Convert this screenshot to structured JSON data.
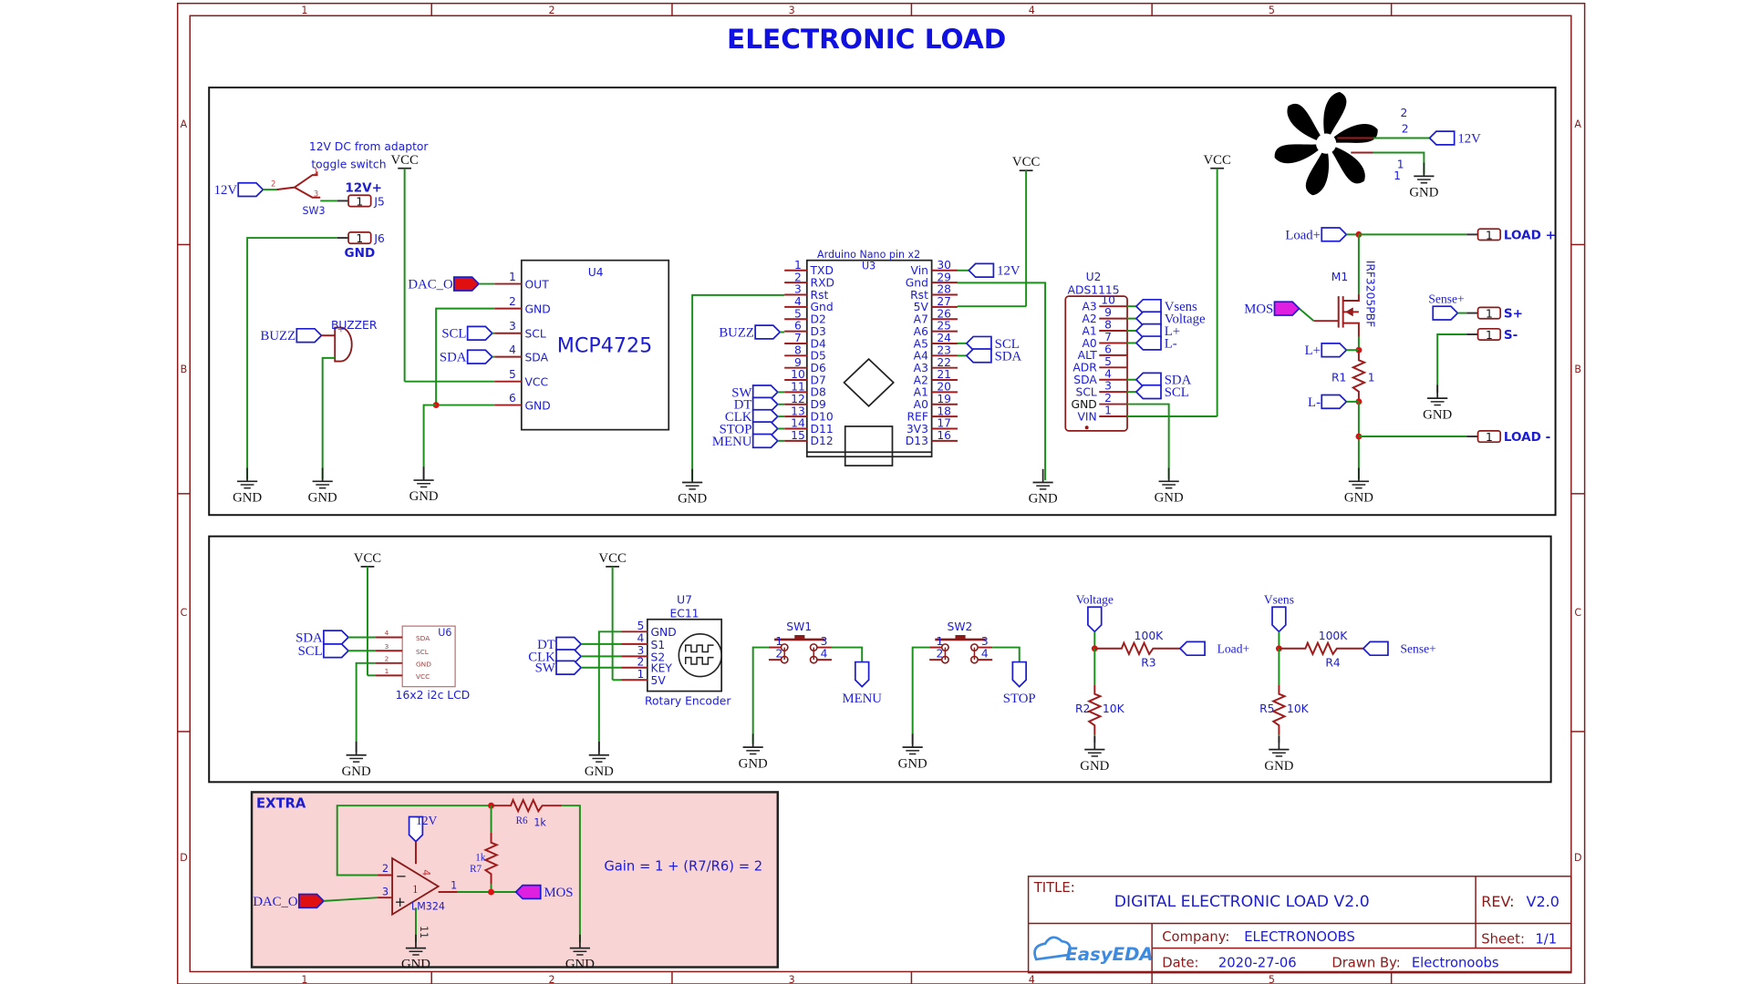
{
  "page_title": "ELECTRONIC LOAD",
  "frame": {
    "columns": [
      "1",
      "2",
      "3",
      "4",
      "5"
    ],
    "rows": [
      "A",
      "B",
      "C",
      "D"
    ]
  },
  "power_input": {
    "note_line1": "12V DC from adaptor",
    "note_line2": "toggle switch",
    "net_12v": "12V",
    "switch_ref": "SW3",
    "switch_pins": [
      "1",
      "2",
      "3"
    ],
    "j5": {
      "pin": "1",
      "ref": "J5",
      "label": "12V+"
    },
    "j6": {
      "pin": "1",
      "ref": "J6",
      "label": "GND"
    }
  },
  "buzzer": {
    "net": "BUZZ",
    "ref": "BUZZER",
    "plus": "+"
  },
  "dac": {
    "ref": "U4",
    "part": "MCP4725",
    "vcc": "VCC",
    "pins": [
      {
        "num": "1",
        "name": "OUT",
        "net": "DAC_O"
      },
      {
        "num": "2",
        "name": "GND",
        "net": ""
      },
      {
        "num": "3",
        "name": "SCL",
        "net": "SCL"
      },
      {
        "num": "4",
        "name": "SDA",
        "net": "SDA"
      },
      {
        "num": "5",
        "name": "VCC",
        "net": ""
      },
      {
        "num": "6",
        "name": "GND",
        "net": ""
      }
    ]
  },
  "arduino": {
    "title": "Arduino  Nano  pin  x2",
    "ref": "U3",
    "vcc": "VCC",
    "left_pins": [
      {
        "num": "1",
        "name": "TXD",
        "net": ""
      },
      {
        "num": "2",
        "name": "RXD",
        "net": ""
      },
      {
        "num": "3",
        "name": "Rst",
        "net": ""
      },
      {
        "num": "4",
        "name": "Gnd",
        "net": ""
      },
      {
        "num": "5",
        "name": "D2",
        "net": ""
      },
      {
        "num": "6",
        "name": "D3",
        "net": "BUZZ"
      },
      {
        "num": "7",
        "name": "D4",
        "net": ""
      },
      {
        "num": "8",
        "name": "D5",
        "net": ""
      },
      {
        "num": "9",
        "name": "D6",
        "net": ""
      },
      {
        "num": "10",
        "name": "D7",
        "net": ""
      },
      {
        "num": "11",
        "name": "D8",
        "net": "SW"
      },
      {
        "num": "12",
        "name": "D9",
        "net": "DT"
      },
      {
        "num": "13",
        "name": "D10",
        "net": "CLK"
      },
      {
        "num": "14",
        "name": "D11",
        "net": "STOP"
      },
      {
        "num": "15",
        "name": "D12",
        "net": "MENU"
      }
    ],
    "right_pins": [
      {
        "num": "30",
        "name": "Vin",
        "net": "12V"
      },
      {
        "num": "29",
        "name": "Gnd",
        "net": ""
      },
      {
        "num": "28",
        "name": "Rst",
        "net": ""
      },
      {
        "num": "27",
        "name": "5V",
        "net": ""
      },
      {
        "num": "26",
        "name": "A7",
        "net": ""
      },
      {
        "num": "25",
        "name": "A6",
        "net": ""
      },
      {
        "num": "24",
        "name": "A5",
        "net": "SCL"
      },
      {
        "num": "23",
        "name": "A4",
        "net": "SDA"
      },
      {
        "num": "22",
        "name": "A3",
        "net": ""
      },
      {
        "num": "21",
        "name": "A2",
        "net": ""
      },
      {
        "num": "20",
        "name": "A1",
        "net": ""
      },
      {
        "num": "19",
        "name": "A0",
        "net": ""
      },
      {
        "num": "18",
        "name": "REF",
        "net": ""
      },
      {
        "num": "17",
        "name": "3V3",
        "net": ""
      },
      {
        "num": "16",
        "name": "D13",
        "net": ""
      }
    ]
  },
  "adc": {
    "ref": "U2",
    "part": "ADS1115",
    "vcc": "VCC",
    "pins": [
      {
        "num": "10",
        "name": "A3",
        "net": "Vsens"
      },
      {
        "num": "9",
        "name": "A2",
        "net": "Voltage"
      },
      {
        "num": "8",
        "name": "A1",
        "net": "L+"
      },
      {
        "num": "7",
        "name": "A0",
        "net": "L-"
      },
      {
        "num": "6",
        "name": "ALT",
        "net": ""
      },
      {
        "num": "5",
        "name": "ADR",
        "net": ""
      },
      {
        "num": "4",
        "name": "SDA",
        "net": "SDA"
      },
      {
        "num": "3",
        "name": "SCL",
        "net": "SCL"
      },
      {
        "num": "2",
        "name": "GND",
        "net": ""
      },
      {
        "num": "1",
        "name": "VIN",
        "net": ""
      }
    ]
  },
  "fan": {
    "pin_top_a": "2",
    "pin_top_b": "2",
    "pin_bot_a": "1",
    "pin_bot_b": "1",
    "net": "12V"
  },
  "mosfet": {
    "ref": "M1",
    "part": "IRF3205PBF",
    "net_gate": "MOS",
    "net_drain": "Load+",
    "r1_ref": "R1",
    "r1_val": "1",
    "net_lp": "L+",
    "net_lm": "L-",
    "load_plus": {
      "pin": "1",
      "label": "LOAD +"
    },
    "load_minus": {
      "pin": "1",
      "label": "LOAD -"
    },
    "sense_net": "Sense+",
    "s_plus": {
      "pin": "1",
      "label": "S+"
    },
    "s_minus": {
      "pin": "1",
      "label": "S-"
    }
  },
  "lcd": {
    "ref": "U6",
    "caption": "16x2 i2c LCD",
    "vcc": "VCC",
    "nets": [
      "SDA",
      "SCL"
    ],
    "pins": [
      {
        "num": "4",
        "name": "SDA"
      },
      {
        "num": "3",
        "name": "SCL"
      },
      {
        "num": "2",
        "name": "GND"
      },
      {
        "num": "1",
        "name": "VCC"
      }
    ]
  },
  "encoder": {
    "ref": "U7",
    "part": "EC11",
    "caption": "Rotary Encoder",
    "vcc": "VCC",
    "nets": [
      "DT",
      "CLK",
      "SW"
    ],
    "pins": [
      {
        "num": "5",
        "name": "GND"
      },
      {
        "num": "4",
        "name": "S1"
      },
      {
        "num": "3",
        "name": "S2"
      },
      {
        "num": "2",
        "name": "KEY"
      },
      {
        "num": "1",
        "name": "5V"
      }
    ]
  },
  "sw1": {
    "ref": "SW1",
    "pins": [
      "1",
      "2",
      "3",
      "4"
    ],
    "net": "MENU"
  },
  "sw2": {
    "ref": "SW2",
    "pins": [
      "1",
      "2",
      "3",
      "4"
    ],
    "net": "STOP"
  },
  "divider1": {
    "net_top": "Voltage",
    "r_top_val": "100K",
    "r_top_ref": "R3",
    "net_in": "Load+",
    "r_bot_ref": "R2",
    "r_bot_val": "10K"
  },
  "divider2": {
    "net_top": "Vsens",
    "r_top_val": "100K",
    "r_top_ref": "R4",
    "net_in": "Sense+",
    "r_bot_ref": "R5",
    "r_bot_val": "10K"
  },
  "extra": {
    "title": "EXTRA",
    "net_12v": "12V",
    "net_in": "DAC_O",
    "net_out": "MOS",
    "opamp_ref": "LM324",
    "opamp_unit": "1",
    "pin_minus": "2",
    "pin_plus": "3",
    "pin_out": "1",
    "pin_vcc": "4",
    "pin_gnd": "11",
    "r6_ref": "R6",
    "r6_val": "1k",
    "r7_ref": "R7",
    "r7_val": "1k",
    "gain_text": "Gain = 1 + (R7/R6) = 2",
    "minus_sign": "−",
    "plus_sign": "+"
  },
  "gnd_label": "GND",
  "title_block": {
    "title_label": "TITLE:",
    "title": "DIGITAL ELECTRONIC LOAD V2.0",
    "rev_label": "REV:",
    "rev": "V2.0",
    "logo": "EasyEDA",
    "company_label": "Company:",
    "company": "ELECTRONOOBS",
    "sheet_label": "Sheet:",
    "sheet": "1/1",
    "date_label": "Date:",
    "date": "2020-27-06",
    "drawn_label": "Drawn By:",
    "drawn": "Electronoobs"
  }
}
